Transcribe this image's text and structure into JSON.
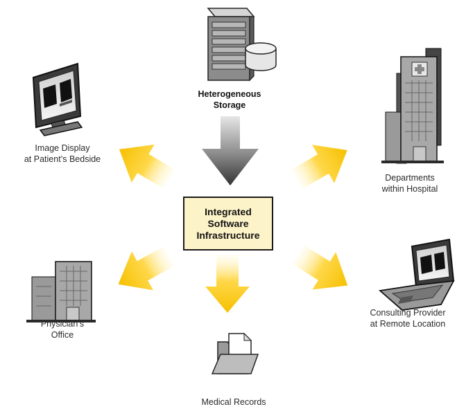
{
  "center": {
    "text": "Integrated\nSoftware\nInfrastructure"
  },
  "nodes": {
    "storage": {
      "label": "Heterogeneous\nStorage",
      "icon": "server-with-disk-icon"
    },
    "bedside": {
      "label": "Image Display\nat Patient’s Bedside",
      "icon": "monitor-icon"
    },
    "departments": {
      "label": "Departments\nwithin Hospital",
      "icon": "hospital-building-icon"
    },
    "physician": {
      "label": "Physician’s\nOffice",
      "icon": "office-building-icon"
    },
    "records": {
      "label": "Medical Records",
      "icon": "folder-icon"
    },
    "remote": {
      "label": "Consulting Provider\nat Remote Location",
      "icon": "laptop-icon"
    }
  },
  "colors": {
    "arrow_out": "#f5c400",
    "arrow_in": "#3a3a3a",
    "center_fill": "#fdf3c8",
    "building_gray": "#9a9a9a"
  }
}
